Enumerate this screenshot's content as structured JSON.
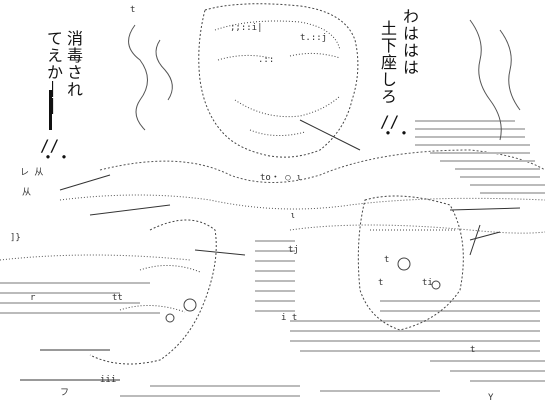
{
  "artwork": {
    "kind": "ascii-art",
    "colors": {
      "background": "#ffffff",
      "ink": "#222222"
    }
  },
  "speech": {
    "left": {
      "line1": "消毒され",
      "line2": "てえか――",
      "marks": "//\n・・"
    },
    "right": {
      "line1": "わははは",
      "line2": "土下座しろ",
      "marks": "//\n・・"
    }
  }
}
